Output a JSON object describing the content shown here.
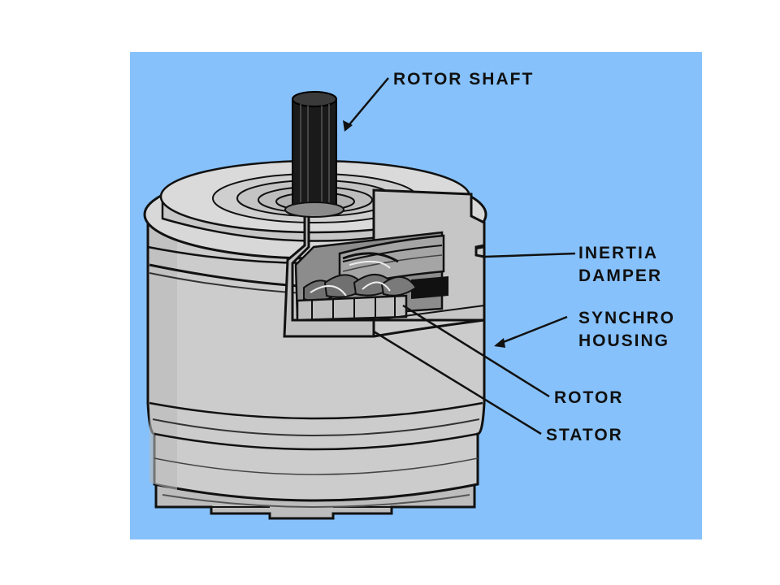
{
  "diagram": {
    "background_color": "#86c1fb",
    "body_color": "#cccccc",
    "shaft_color": "#1a1a1a",
    "labels": {
      "rotor_shaft": "ROTOR SHAFT",
      "inertia_damper_line1": "INERTIA",
      "inertia_damper_line2": "DAMPER",
      "synchro_housing_line1": "SYNCHRO",
      "synchro_housing_line2": "HOUSING",
      "rotor": "ROTOR",
      "stator": "STATOR"
    }
  }
}
